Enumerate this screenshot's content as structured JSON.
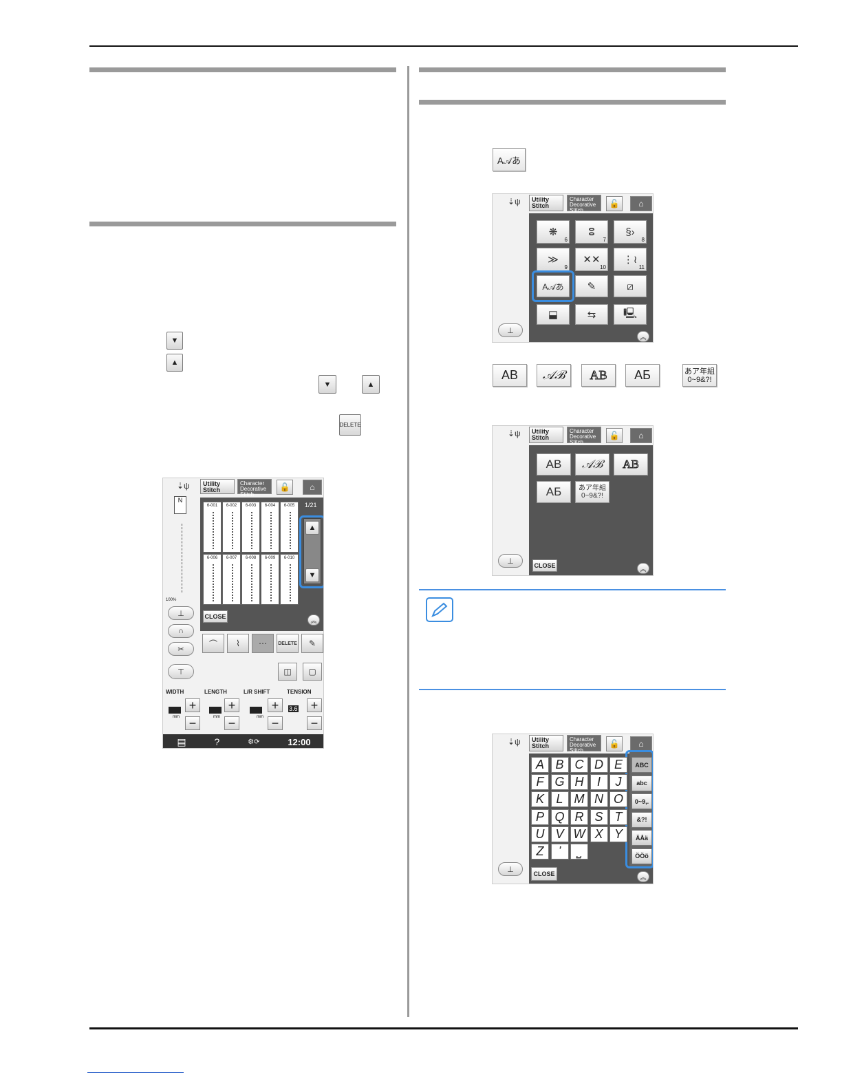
{
  "keys": {
    "down_arrow": "▼",
    "up_arrow": "▲",
    "delete_label": "DELETE",
    "character_key": "A𝒜あ"
  },
  "font_buttons": [
    "AB",
    "𝒜ℬ",
    "AB",
    "AБ",
    "あア年組\n0~9&?!"
  ],
  "screen_common": {
    "utility": "Utility\nStitch",
    "character": "Character\nDecorative\nStitch",
    "close": "CLOSE"
  },
  "screen1": {
    "stitch_codes_row1": [
      "6-001",
      "6-002",
      "6-003",
      "6-004",
      "6-005"
    ],
    "stitch_codes_row2": [
      "6-006",
      "6-007",
      "6-008",
      "6-009",
      "6-010"
    ],
    "page_indicator": "1/21",
    "zoom": "100%",
    "labels": {
      "width": "WIDTH",
      "length": "LENGTH",
      "lr_shift": "L/R SHIFT",
      "tension": "TENSION"
    },
    "unit": "mm",
    "tension_value": "3.6",
    "time": "12:00",
    "help": "?",
    "delete": "DELETE",
    "presser_foot": "N"
  },
  "screen2": {
    "tile_numbers": [
      "6",
      "7",
      "8",
      "9",
      "10",
      "11"
    ],
    "character_tile": "A𝒜あ"
  },
  "screen3": {
    "fonts": [
      "AB",
      "𝒜ℬ",
      "AB",
      "AБ",
      "あア年組\n0~9&?!"
    ]
  },
  "screen4": {
    "letters": [
      "A",
      "B",
      "C",
      "D",
      "E",
      "F",
      "G",
      "H",
      "I",
      "J",
      "K",
      "L",
      "M",
      "N",
      "O",
      "P",
      "Q",
      "R",
      "S",
      "T",
      "U",
      "V",
      "W",
      "X",
      "Y",
      "Z",
      "’",
      "⎵"
    ],
    "categories": [
      "ABC",
      "abc",
      "0~9,.",
      "&?!",
      "ÄÅä",
      "ÖÖö"
    ]
  }
}
